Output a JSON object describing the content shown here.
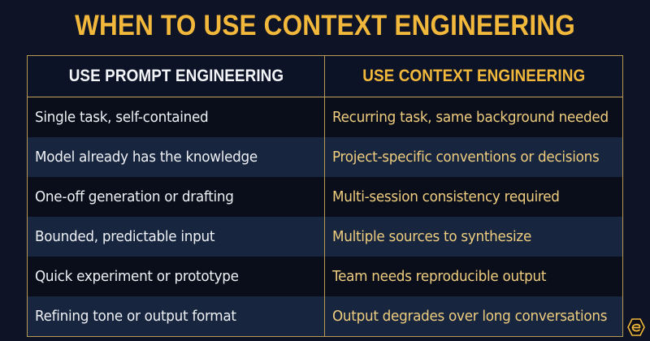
{
  "title": "WHEN TO USE CONTEXT ENGINEERING",
  "colors": {
    "background": "#0e1325",
    "accent_gold": "#f2b83c",
    "border_gold": "#b89a55",
    "row_dark": "#0a0e1b",
    "row_light": "#17253f",
    "left_text": "#eef0f4",
    "right_text": "#efcd7e"
  },
  "table": {
    "headers": [
      "USE PROMPT ENGINEERING",
      "USE CONTEXT ENGINEERING"
    ],
    "rows": [
      [
        "Single task, self-contained",
        "Recurring task, same background needed"
      ],
      [
        "Model already has the knowledge",
        "Project-specific conventions or decisions"
      ],
      [
        "One-off generation or drafting",
        "Multi-session consistency required"
      ],
      [
        "Bounded, predictable input",
        "Multiple sources to synthesize"
      ],
      [
        "Quick experiment or prototype",
        "Team needs reproducible output"
      ],
      [
        "Refining tone or output format",
        "Output degrades over long conversations"
      ]
    ]
  },
  "logo": {
    "icon": "brand-logo-icon"
  }
}
